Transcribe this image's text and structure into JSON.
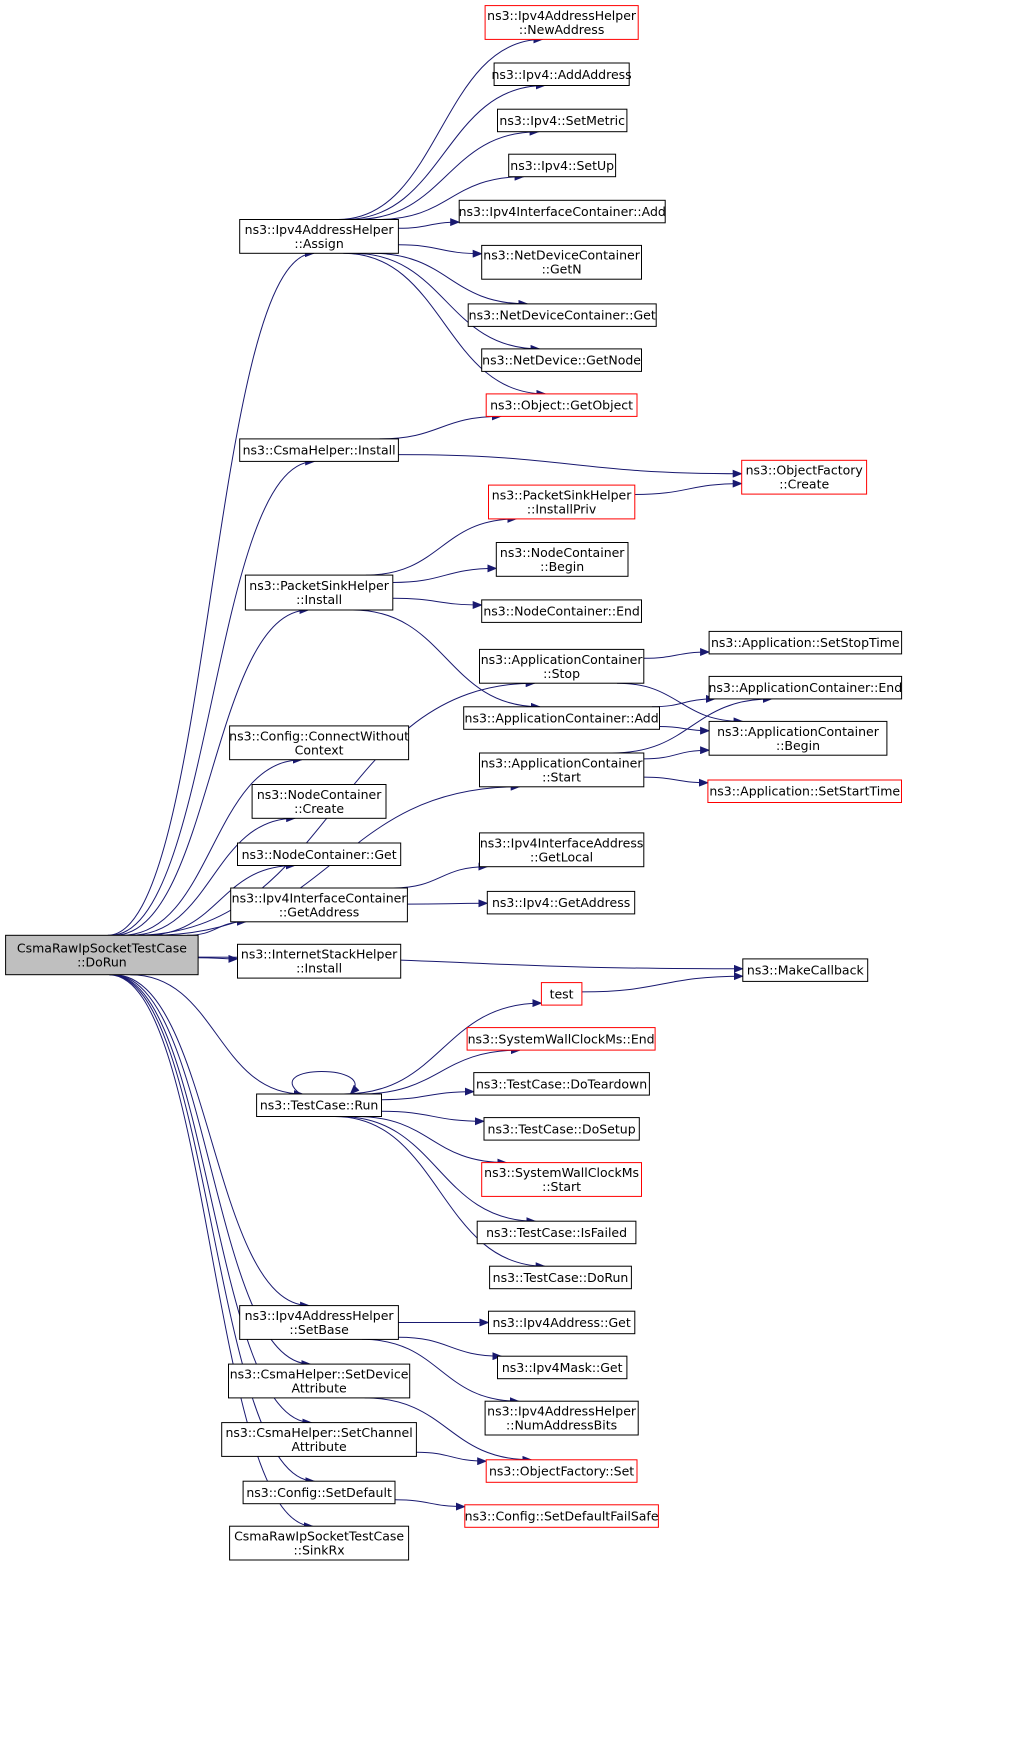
{
  "colors": {
    "edge": "#191970",
    "box_border": "#000000",
    "truncated_border": "#ff0000",
    "root_fill": "#bfbfbf",
    "background": "#ffffff"
  },
  "nodes": [
    {
      "id": "root",
      "lines": [
        "CsmaRawIpSocketTestCase",
        "::DoRun"
      ],
      "root": true
    },
    {
      "id": "ipv4addr_assign",
      "lines": [
        "ns3::Ipv4AddressHelper",
        "::Assign"
      ]
    },
    {
      "id": "csma_install",
      "lines": [
        "ns3::CsmaHelper::Install"
      ]
    },
    {
      "id": "psh_install",
      "lines": [
        "ns3::PacketSinkHelper",
        "::Install"
      ]
    },
    {
      "id": "config_connect",
      "lines": [
        "ns3::Config::ConnectWithout",
        "Context"
      ]
    },
    {
      "id": "nc_create",
      "lines": [
        "ns3::NodeContainer",
        "::Create"
      ]
    },
    {
      "id": "nc_get",
      "lines": [
        "ns3::NodeContainer::Get"
      ]
    },
    {
      "id": "ic_getaddress",
      "lines": [
        "ns3::Ipv4InterfaceContainer",
        "::GetAddress"
      ]
    },
    {
      "id": "ish_install",
      "lines": [
        "ns3::InternetStackHelper",
        "::Install"
      ]
    },
    {
      "id": "tc_run",
      "lines": [
        "ns3::TestCase::Run"
      ]
    },
    {
      "id": "ipv4addr_setbase",
      "lines": [
        "ns3::Ipv4AddressHelper",
        "::SetBase"
      ]
    },
    {
      "id": "csma_setdevattr",
      "lines": [
        "ns3::CsmaHelper::SetDevice",
        "Attribute"
      ]
    },
    {
      "id": "csma_setchanattr",
      "lines": [
        "ns3::CsmaHelper::SetChannel",
        "Attribute"
      ]
    },
    {
      "id": "config_setdefault",
      "lines": [
        "ns3::Config::SetDefault"
      ]
    },
    {
      "id": "sinkrx",
      "lines": [
        "CsmaRawIpSocketTestCase",
        "::SinkRx"
      ]
    },
    {
      "id": "newaddress",
      "lines": [
        "ns3::Ipv4AddressHelper",
        "::NewAddress"
      ],
      "truncated": true
    },
    {
      "id": "ipv4_addaddress",
      "lines": [
        "ns3::Ipv4::AddAddress"
      ]
    },
    {
      "id": "ipv4_setmetric",
      "lines": [
        "ns3::Ipv4::SetMetric"
      ]
    },
    {
      "id": "ipv4_setup",
      "lines": [
        "ns3::Ipv4::SetUp"
      ]
    },
    {
      "id": "ic_add",
      "lines": [
        "ns3::Ipv4InterfaceContainer::Add"
      ]
    },
    {
      "id": "ndc_getn",
      "lines": [
        "ns3::NetDeviceContainer",
        "::GetN"
      ]
    },
    {
      "id": "ndc_get",
      "lines": [
        "ns3::NetDeviceContainer::Get"
      ]
    },
    {
      "id": "nd_getnode",
      "lines": [
        "ns3::NetDevice::GetNode"
      ]
    },
    {
      "id": "obj_getobject",
      "lines": [
        "ns3::Object::GetObject"
      ],
      "truncated": true
    },
    {
      "id": "of_create",
      "lines": [
        "ns3::ObjectFactory",
        "::Create"
      ],
      "truncated": true
    },
    {
      "id": "psh_installpriv",
      "lines": [
        "ns3::PacketSinkHelper",
        "::InstallPriv"
      ],
      "truncated": true
    },
    {
      "id": "nc_begin",
      "lines": [
        "ns3::NodeContainer",
        "::Begin"
      ]
    },
    {
      "id": "nc_end",
      "lines": [
        "ns3::NodeContainer::End"
      ]
    },
    {
      "id": "ac_stop",
      "lines": [
        "ns3::ApplicationContainer",
        "::Stop"
      ]
    },
    {
      "id": "ac_add",
      "lines": [
        "ns3::ApplicationContainer::Add"
      ]
    },
    {
      "id": "ac_start",
      "lines": [
        "ns3::ApplicationContainer",
        "::Start"
      ]
    },
    {
      "id": "app_setstoptime",
      "lines": [
        "ns3::Application::SetStopTime"
      ]
    },
    {
      "id": "ac_end",
      "lines": [
        "ns3::ApplicationContainer::End"
      ]
    },
    {
      "id": "ac_begin",
      "lines": [
        "ns3::ApplicationContainer",
        "::Begin"
      ]
    },
    {
      "id": "app_setstarttime",
      "lines": [
        "ns3::Application::SetStartTime"
      ],
      "truncated": true
    },
    {
      "id": "ia_getlocal",
      "lines": [
        "ns3::Ipv4InterfaceAddress",
        "::GetLocal"
      ]
    },
    {
      "id": "ipv4_getaddress",
      "lines": [
        "ns3::Ipv4::GetAddress"
      ]
    },
    {
      "id": "makecallback",
      "lines": [
        "ns3::MakeCallback"
      ]
    },
    {
      "id": "test",
      "lines": [
        "test"
      ],
      "truncated": true
    },
    {
      "id": "swc_end",
      "lines": [
        "ns3::SystemWallClockMs::End"
      ],
      "truncated": true
    },
    {
      "id": "tc_doteardown",
      "lines": [
        "ns3::TestCase::DoTeardown"
      ]
    },
    {
      "id": "tc_dosetup",
      "lines": [
        "ns3::TestCase::DoSetup"
      ]
    },
    {
      "id": "swc_start",
      "lines": [
        "ns3::SystemWallClockMs",
        "::Start"
      ],
      "truncated": true
    },
    {
      "id": "tc_isfailed",
      "lines": [
        "ns3::TestCase::IsFailed"
      ]
    },
    {
      "id": "tc_dorun",
      "lines": [
        "ns3::TestCase::DoRun"
      ]
    },
    {
      "id": "ipv4address_get",
      "lines": [
        "ns3::Ipv4Address::Get"
      ]
    },
    {
      "id": "ipv4mask_get",
      "lines": [
        "ns3::Ipv4Mask::Get"
      ]
    },
    {
      "id": "numaddressbits",
      "lines": [
        "ns3::Ipv4AddressHelper",
        "::NumAddressBits"
      ]
    },
    {
      "id": "of_set",
      "lines": [
        "ns3::ObjectFactory::Set"
      ],
      "truncated": true
    },
    {
      "id": "config_setdefaultfailsafe",
      "lines": [
        "ns3::Config::SetDefaultFailSafe"
      ],
      "truncated": true
    }
  ],
  "edges": [
    [
      "root",
      "ipv4addr_assign"
    ],
    [
      "root",
      "csma_install"
    ],
    [
      "root",
      "psh_install"
    ],
    [
      "root",
      "ac_stop"
    ],
    [
      "root",
      "ac_start"
    ],
    [
      "root",
      "config_connect"
    ],
    [
      "root",
      "nc_create"
    ],
    [
      "root",
      "nc_get"
    ],
    [
      "root",
      "ic_getaddress"
    ],
    [
      "root",
      "ish_install"
    ],
    [
      "root",
      "makecallback"
    ],
    [
      "root",
      "tc_run"
    ],
    [
      "root",
      "ipv4addr_setbase"
    ],
    [
      "root",
      "csma_setdevattr"
    ],
    [
      "root",
      "csma_setchanattr"
    ],
    [
      "root",
      "config_setdefault"
    ],
    [
      "root",
      "sinkrx"
    ],
    [
      "ipv4addr_assign",
      "newaddress"
    ],
    [
      "ipv4addr_assign",
      "ipv4_addaddress"
    ],
    [
      "ipv4addr_assign",
      "ipv4_setmetric"
    ],
    [
      "ipv4addr_assign",
      "ipv4_setup"
    ],
    [
      "ipv4addr_assign",
      "ic_add"
    ],
    [
      "ipv4addr_assign",
      "ndc_getn"
    ],
    [
      "ipv4addr_assign",
      "ndc_get"
    ],
    [
      "ipv4addr_assign",
      "nd_getnode"
    ],
    [
      "ipv4addr_assign",
      "obj_getobject"
    ],
    [
      "csma_install",
      "obj_getobject"
    ],
    [
      "csma_install",
      "of_create"
    ],
    [
      "psh_installpriv",
      "of_create"
    ],
    [
      "psh_install",
      "psh_installpriv"
    ],
    [
      "psh_install",
      "nc_begin"
    ],
    [
      "psh_install",
      "nc_end"
    ],
    [
      "psh_install",
      "ac_add"
    ],
    [
      "ac_stop",
      "app_setstoptime"
    ],
    [
      "ac_stop",
      "ac_begin"
    ],
    [
      "ac_add",
      "ac_end"
    ],
    [
      "ac_add",
      "ac_begin"
    ],
    [
      "ac_start",
      "ac_end"
    ],
    [
      "ac_start",
      "ac_begin"
    ],
    [
      "ac_start",
      "app_setstarttime"
    ],
    [
      "ic_getaddress",
      "ia_getlocal"
    ],
    [
      "ic_getaddress",
      "ipv4_getaddress"
    ],
    [
      "test",
      "makecallback"
    ],
    [
      "tc_run",
      "test"
    ],
    [
      "tc_run",
      "swc_end"
    ],
    [
      "tc_run",
      "tc_doteardown"
    ],
    [
      "tc_run",
      "tc_dosetup"
    ],
    [
      "tc_run",
      "swc_start"
    ],
    [
      "tc_run",
      "tc_isfailed"
    ],
    [
      "tc_run",
      "tc_dorun"
    ],
    [
      "tc_run",
      "tc_run"
    ],
    [
      "ipv4addr_setbase",
      "ipv4address_get"
    ],
    [
      "ipv4addr_setbase",
      "ipv4mask_get"
    ],
    [
      "ipv4addr_setbase",
      "numaddressbits"
    ],
    [
      "csma_setdevattr",
      "of_set"
    ],
    [
      "csma_setchanattr",
      "of_set"
    ],
    [
      "config_setdefault",
      "config_setdefaultfailsafe"
    ]
  ]
}
